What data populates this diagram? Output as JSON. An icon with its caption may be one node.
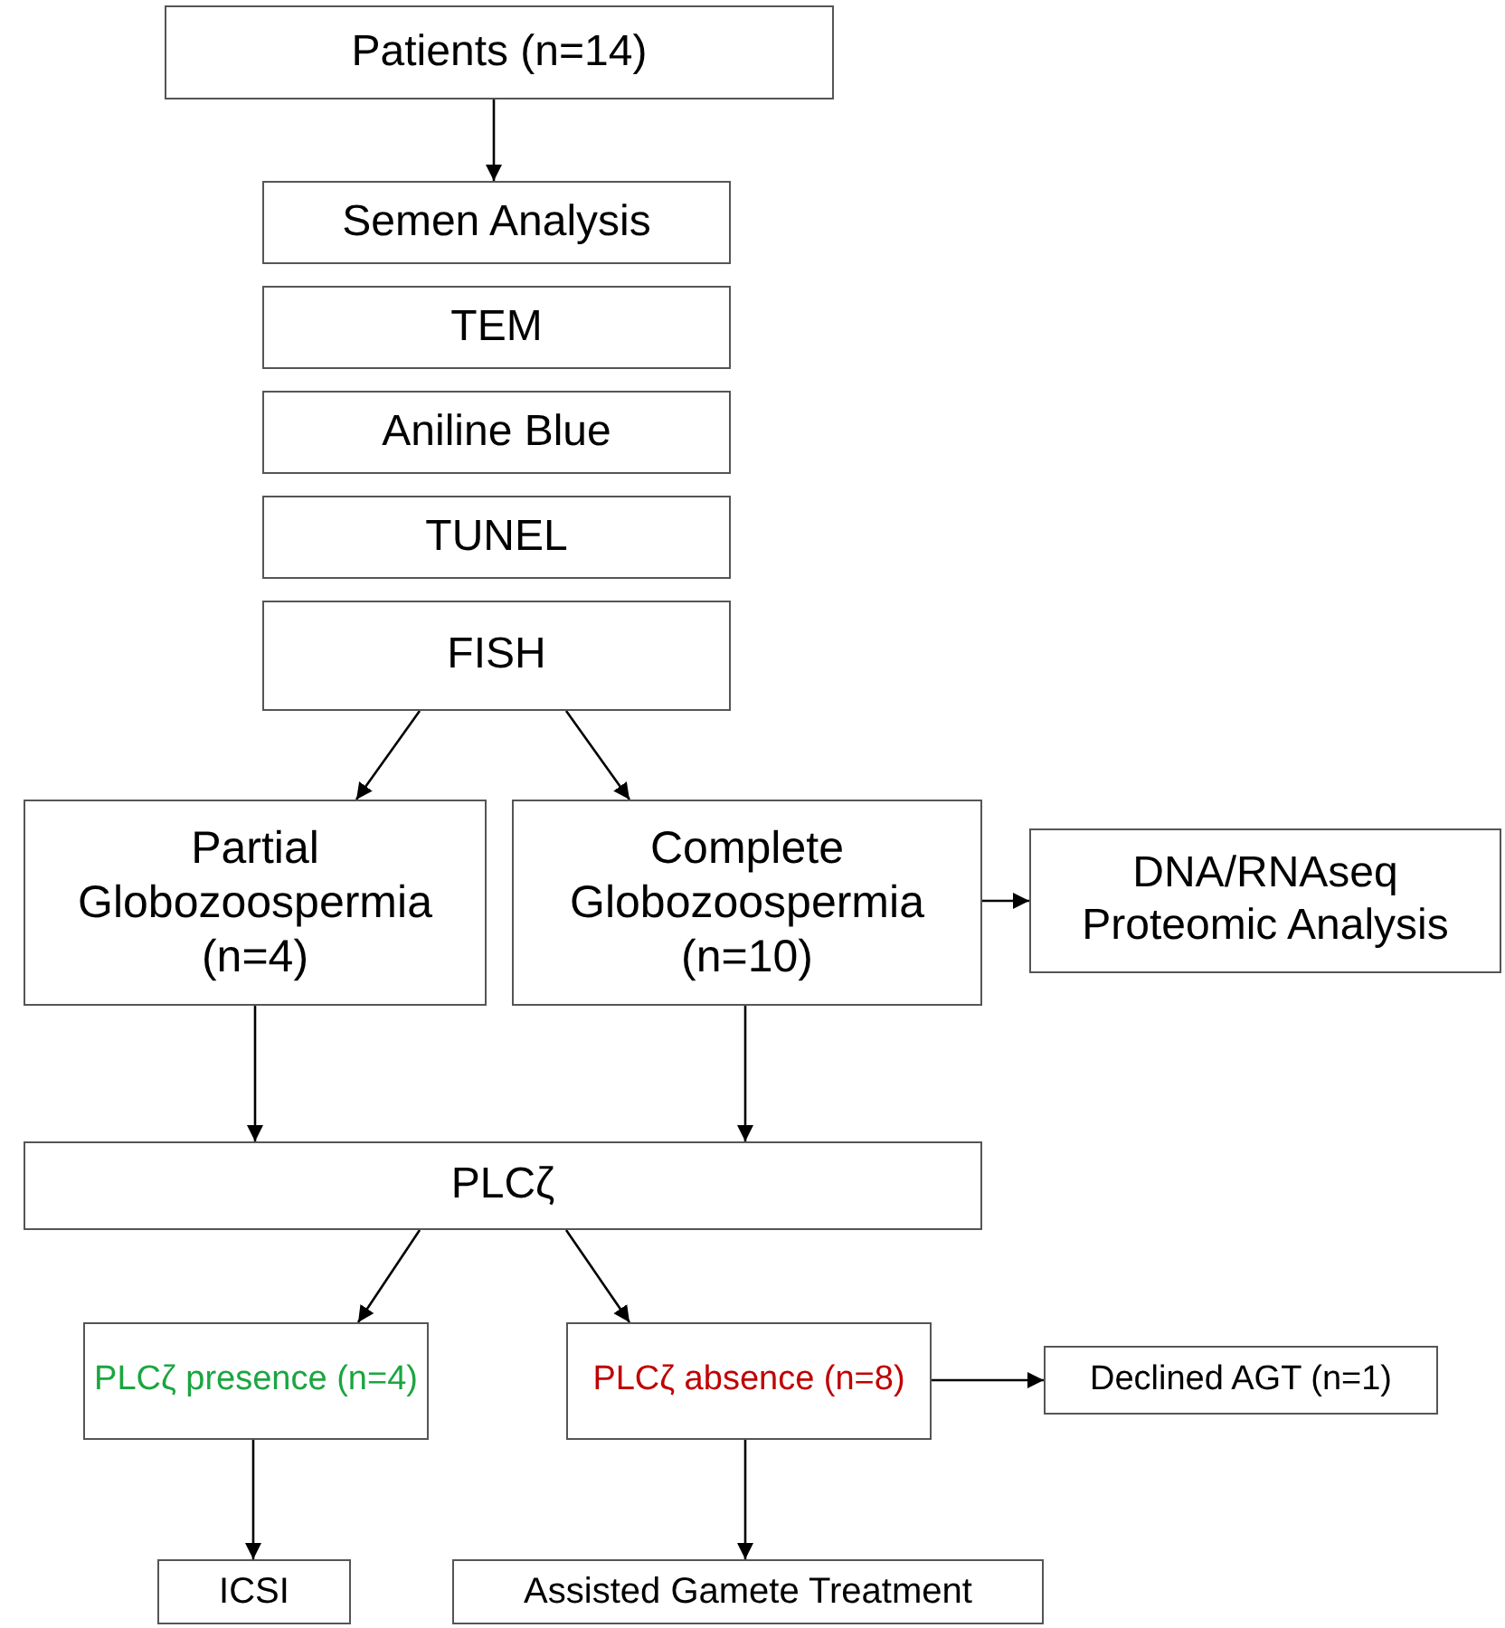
{
  "diagram": {
    "nodes": [
      {
        "text": [
          "Patients (n=14)"
        ]
      },
      {
        "text": [
          "Semen Analysis"
        ]
      },
      {
        "text": [
          "TEM"
        ]
      },
      {
        "text": [
          "Aniline Blue"
        ]
      },
      {
        "text": [
          "TUNEL"
        ]
      },
      {
        "text": [
          "FISH"
        ]
      },
      {
        "text": [
          "Partial Globozoospermia (n=4)"
        ]
      },
      {
        "text": [
          "Complete Globozoospermia (n=10)"
        ]
      },
      {
        "text": [
          "DNA/RNAseq Proteomic Analysis"
        ]
      },
      {
        "text": [
          "PLCζ"
        ]
      },
      {
        "text": [
          "PLCζ presence (n=4)"
        ]
      },
      {
        "text": [
          "PLCζ absence (n=8)"
        ]
      },
      {
        "text": [
          "Declined AGT (n=1)"
        ]
      },
      {
        "text": [
          "ICSI"
        ]
      },
      {
        "text": [
          "Assisted Gamete Treatment"
        ]
      }
    ],
    "edges": [
      {
        "from": 0,
        "to": 1,
        "arrow": "to"
      },
      {
        "from": 5,
        "to": 6,
        "arrow": "to"
      },
      {
        "from": 5,
        "to": 7,
        "arrow": "to"
      },
      {
        "from": 7,
        "to": 8,
        "arrow": "to"
      },
      {
        "from": 6,
        "to": 9,
        "arrow": "to"
      },
      {
        "from": 7,
        "to": 9,
        "arrow": "to"
      },
      {
        "from": 9,
        "to": 10,
        "arrow": "to"
      },
      {
        "from": 9,
        "to": 11,
        "arrow": "to"
      },
      {
        "from": 11,
        "to": 12,
        "arrow": "to"
      },
      {
        "from": 10,
        "to": 13,
        "arrow": "to"
      },
      {
        "from": 11,
        "to": 14,
        "arrow": "to"
      }
    ]
  }
}
